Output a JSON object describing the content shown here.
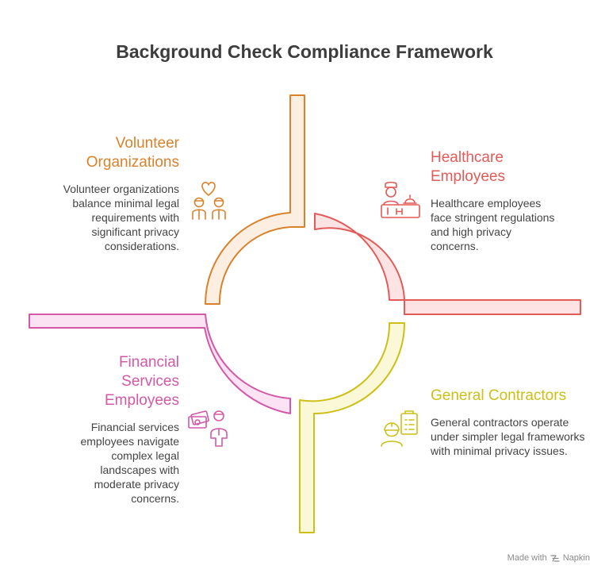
{
  "title": "Background Check Compliance Framework",
  "quadrants": [
    {
      "heading": "Volunteer Organizations",
      "description": "Volunteer organizations balance minimal legal requirements with significant privacy considerations.",
      "icon": "volunteers-heart-icon",
      "color": "#d9822b"
    },
    {
      "heading": "Healthcare Employees",
      "description": "Healthcare employees face stringent regulations and high privacy concerns.",
      "icon": "healthcare-worker-icon",
      "color": "#e35a57"
    },
    {
      "heading": "Financial Services Employees",
      "description": "Financial services employees navigate complex legal landscapes with moderate privacy concerns.",
      "icon": "financial-worker-icon",
      "color": "#d458a8"
    },
    {
      "heading": "General Contractors",
      "description": "General contractors operate under simpler legal frameworks with minimal privacy issues.",
      "icon": "contractor-clipboard-icon",
      "color": "#cdbf16"
    }
  ],
  "footer": {
    "made_with": "Made with",
    "brand": "Napkin"
  }
}
